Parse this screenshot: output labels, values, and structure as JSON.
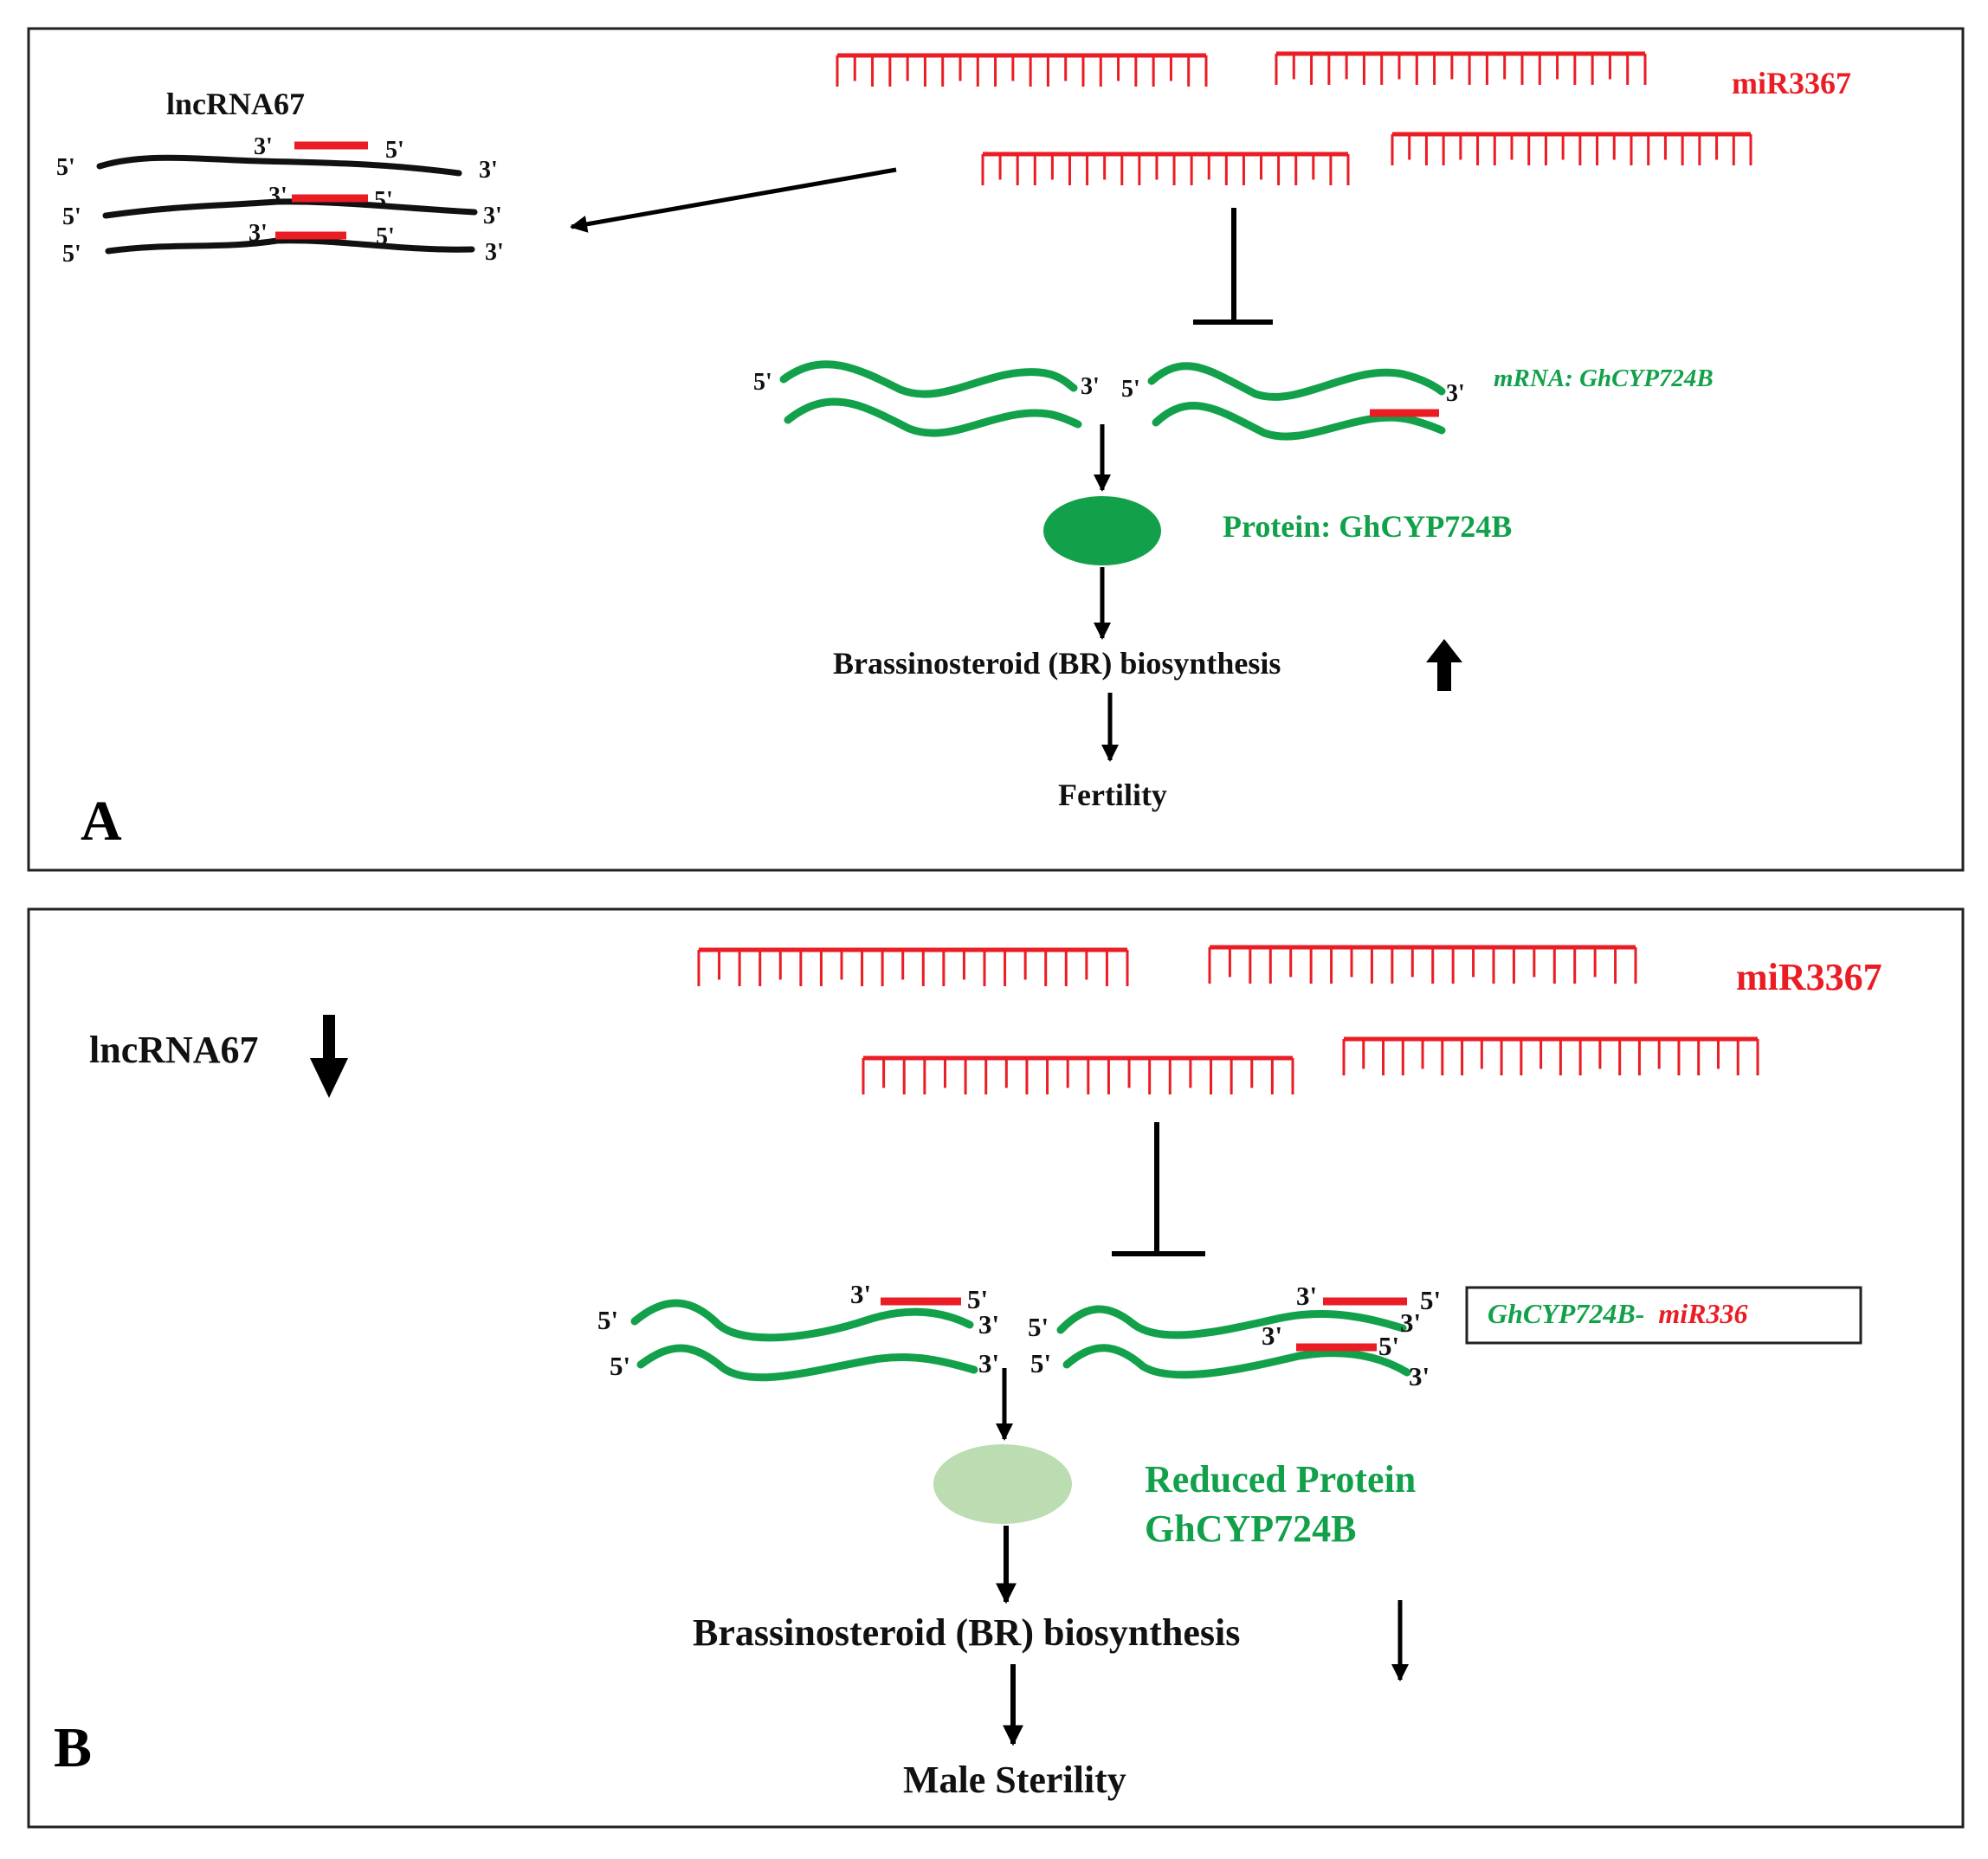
{
  "colors": {
    "red": "#ea1c24",
    "green": "#12a14a",
    "light_green": "#bcdcb1",
    "black": "#000000"
  },
  "panel_a": {
    "letter": "A",
    "lncrna_label": "lncRNA67",
    "mirna_label": "miR3367",
    "mrna_label": "mRNA: GhCYP724B",
    "protein_label": "Protein: GhCYP724B",
    "br_label": "Brassinosteroid (BR) biosynthesis",
    "br_trend": "up",
    "outcome_label": "Fertility",
    "end_5": "5'",
    "end_3": "3'"
  },
  "panel_b": {
    "letter": "B",
    "lncrna_label": "lncRNA67",
    "lncrna_trend": "down",
    "mirna_label": "miR3367",
    "complex_label_gene": "GhCYP724B-",
    "complex_label_mirna": "miR336",
    "protein_label_line1": "Reduced Protein",
    "protein_label_line2": "GhCYP724B",
    "br_label": "Brassinosteroid (BR) biosynthesis",
    "br_trend": "down",
    "outcome_label": "Male Sterility",
    "end_5": "5'",
    "end_3": "3'"
  }
}
